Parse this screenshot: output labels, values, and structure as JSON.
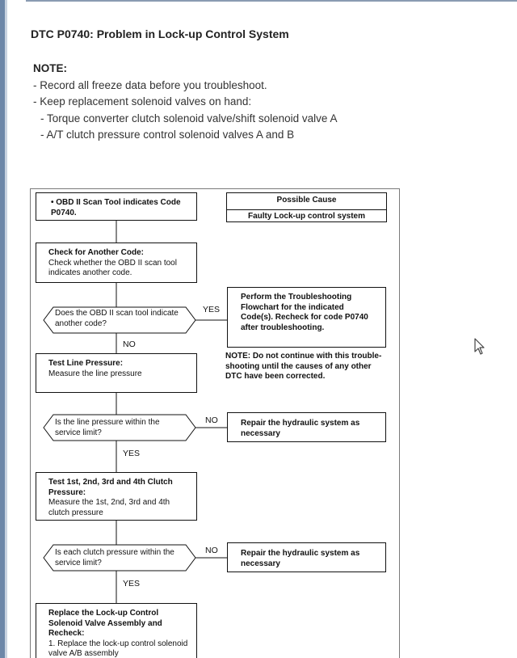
{
  "title": "DTC P0740: Problem in Lock-up Control System",
  "note": {
    "heading": "NOTE:",
    "items": [
      "-  Record all freeze data before you troubleshoot.",
      "-  Keep replacement solenoid valves on hand:"
    ],
    "subitems": [
      "-  Torque converter clutch solenoid valve/shift solenoid valve A",
      "-  A/T clutch pressure control solenoid valves A and B"
    ]
  },
  "flowchart": {
    "start": "• OBD II Scan Tool indicates Code P0740.",
    "possible_cause": {
      "heading": "Possible Cause",
      "value": "Faulty Lock-up control system"
    },
    "step1": {
      "title": "Check for Another Code:",
      "body": "Check whether the OBD II scan tool indicates another code."
    },
    "q1": "Does the OBD II scan tool indicate another code?",
    "q1_yes": "YES",
    "q1_no": "NO",
    "yes_action": "Perform the Troubleshooting Flowchart for the indicated Code(s). Recheck for code P0740 after troubleshooting.",
    "caution": "NOTE: Do not continue with this trouble-shooting until the causes of any other DTC have been corrected.",
    "step2": {
      "title": "Test Line Pressure:",
      "body": "Measure the line pressure"
    },
    "q2": "Is the line pressure within the service limit?",
    "q2_no": "NO",
    "q2_yes": "YES",
    "repair1": "Repair the hydraulic system as necessary",
    "step3": {
      "title": "Test 1st, 2nd, 3rd and 4th Clutch Pressure:",
      "body": "Measure the 1st, 2nd, 3rd and 4th clutch pressure"
    },
    "q3": "Is each clutch pressure within the service limit?",
    "q3_no": "NO",
    "q3_yes": "YES",
    "repair2": "Repair the hydraulic system as necessary",
    "step4": {
      "title": "Replace the Lock-up Control Solenoid Valve Assembly and Recheck:",
      "body": "1.  Replace the lock-up control solenoid valve A/B assembly"
    }
  }
}
